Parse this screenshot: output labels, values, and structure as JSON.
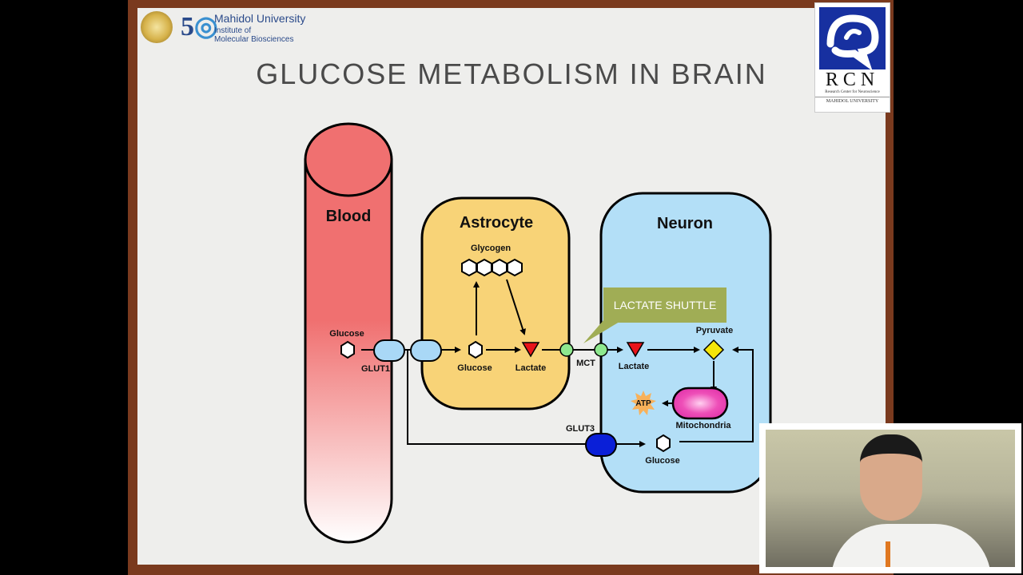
{
  "header": {
    "university": "Mahidol University",
    "institute_line1": "Institute of",
    "institute_line2": "Molecular Biosciences",
    "title": "GLUCOSE METABOLISM IN BRAIN"
  },
  "rcn_logo": {
    "letters": "RCN",
    "subtitle": "Research Center for Neuroscience",
    "university": "MAHIDOL UNIVERSITY"
  },
  "diagram": {
    "blood": "Blood",
    "astrocyte": "Astrocyte",
    "neuron": "Neuron",
    "glycogen": "Glycogen",
    "glucose_blood": "Glucose",
    "glut1": "GLUT1",
    "glucose_astro": "Glucose",
    "lactate_astro": "Lactate",
    "mct": "MCT",
    "lactate_neuron": "Lactate",
    "pyruvate": "Pyruvate",
    "atp": "ATP",
    "mitochondria": "Mitochondria",
    "glut3": "GLUT3",
    "glucose_neuron": "Glucose",
    "callout": "LACTATE SHUTTLE"
  },
  "colors": {
    "blood_top": "#f07070",
    "astrocyte": "#f8d377",
    "neuron": "#b3dff7",
    "lactate": "#e8141a",
    "pyruvate": "#f5e60a",
    "mitochondria": "#ee4fb8",
    "glut1": "#a9d8f6",
    "mct": "#8ee88e",
    "glut3": "#0a1fd8",
    "callout": "#a0ad55"
  }
}
